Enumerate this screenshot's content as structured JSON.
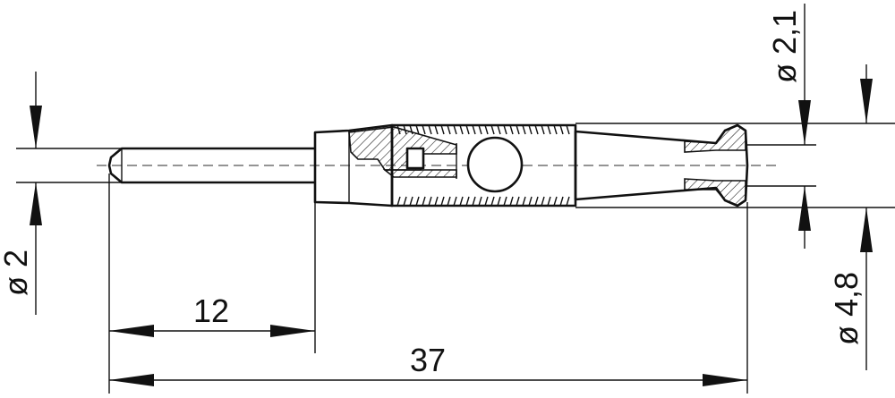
{
  "dimensions": {
    "pin_diameter": "ø 2",
    "threaded_diameter": "ø 2,1",
    "body_diameter": "ø 4,8",
    "pin_length": "12",
    "overall_length": "37"
  },
  "colors": {
    "line": "#111111",
    "centerline": "#555555",
    "background": "#ffffff"
  }
}
